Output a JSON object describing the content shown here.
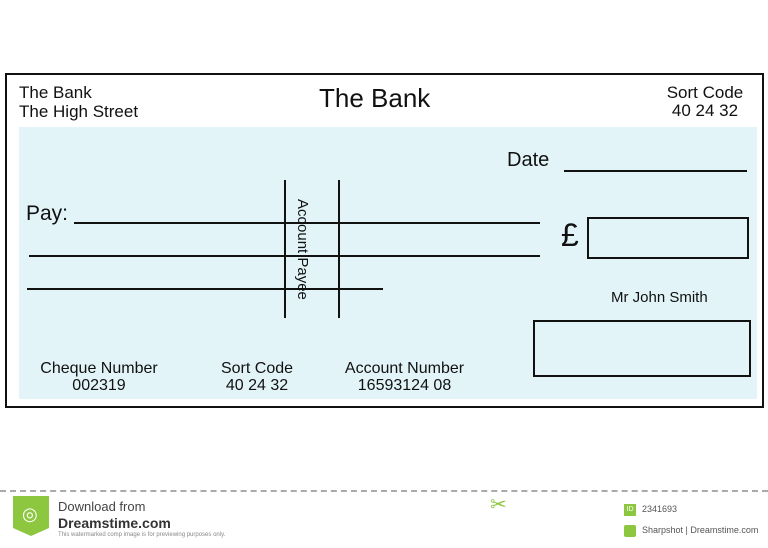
{
  "bank": {
    "name_line1": "The Bank",
    "address": "The High Street",
    "title": "The Bank",
    "sort_code_label": "Sort Code",
    "sort_code": "40 24 32"
  },
  "cheque": {
    "date_label": "Date",
    "pay_label": "Pay:",
    "crossing": "Account Payee",
    "currency_symbol": "£",
    "account_holder": "Mr John Smith",
    "cheque_number_label": "Cheque Number",
    "cheque_number": "002319",
    "sort_code_label": "Sort Code",
    "sort_code": "40 24 32",
    "account_number_label": "Account Number",
    "account_number": "16593124 08"
  },
  "footer": {
    "download": "Download from",
    "site": "Dreamstime.com",
    "notice": "This watermarked comp image is for previewing purposes only.",
    "id_badge": "ID",
    "id": "2341693",
    "credit": "Sharpshot | Dreamstime.com",
    "brand_color": "#8dc63f"
  }
}
